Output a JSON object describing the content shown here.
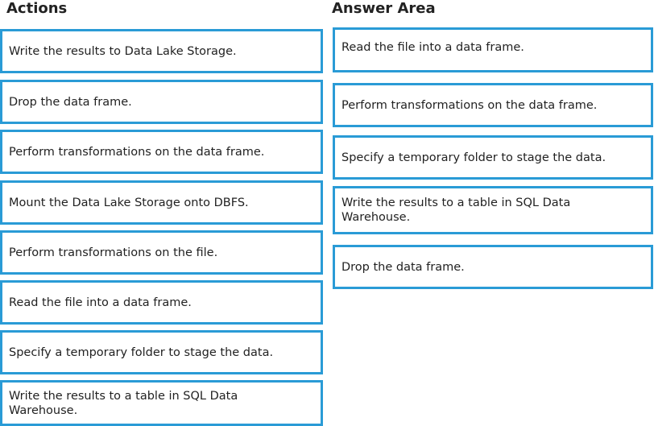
{
  "actions": {
    "title": "Actions",
    "items": [
      "Write the results to Data Lake Storage.",
      "Drop the data frame.",
      "Perform transformations on the data frame.",
      "Mount the Data Lake Storage onto DBFS.",
      "Perform transformations on the file.",
      "Read the file into a data frame.",
      "Specify a temporary folder to stage the data.",
      "Write the results to a table in SQL Data Warehouse."
    ]
  },
  "answer_area": {
    "title": "Answer Area",
    "items": [
      "Read the file into a data frame.",
      "Perform transformations on the data frame.",
      "Specify a temporary folder to stage the data.",
      "Write the results to a table in SQL Data Warehouse.",
      "Drop the data frame."
    ]
  },
  "colors": {
    "border": "#2a9bd6"
  }
}
